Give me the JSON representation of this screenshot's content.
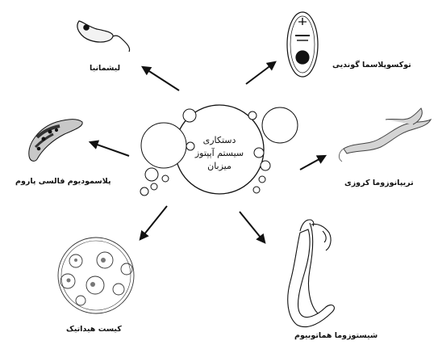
{
  "center": {
    "line1": "دستکاری",
    "line2": "سیستم آپپتوز",
    "line3": "میزبان"
  },
  "organisms": [
    {
      "id": "leishmania",
      "label": "لیشمانیا",
      "icon": "leishmania-icon"
    },
    {
      "id": "toxoplasma",
      "label": "توکسوپلاسما گوندیی",
      "icon": "toxoplasma-icon"
    },
    {
      "id": "plasmodium",
      "label": "پلاسمودیوم فالسی پاروم",
      "icon": "plasmodium-icon"
    },
    {
      "id": "trypanosoma",
      "label": "تریپانوزوما کروزی",
      "icon": "trypanosoma-icon"
    },
    {
      "id": "hydatid",
      "label": "کیست هیداتیک",
      "icon": "hydatid-cyst-icon"
    },
    {
      "id": "schistosoma",
      "label": "شیستوزوما هماتوبیوم",
      "icon": "schistosoma-icon"
    }
  ],
  "colors": {
    "line": "#111111",
    "background": "#ffffff"
  }
}
